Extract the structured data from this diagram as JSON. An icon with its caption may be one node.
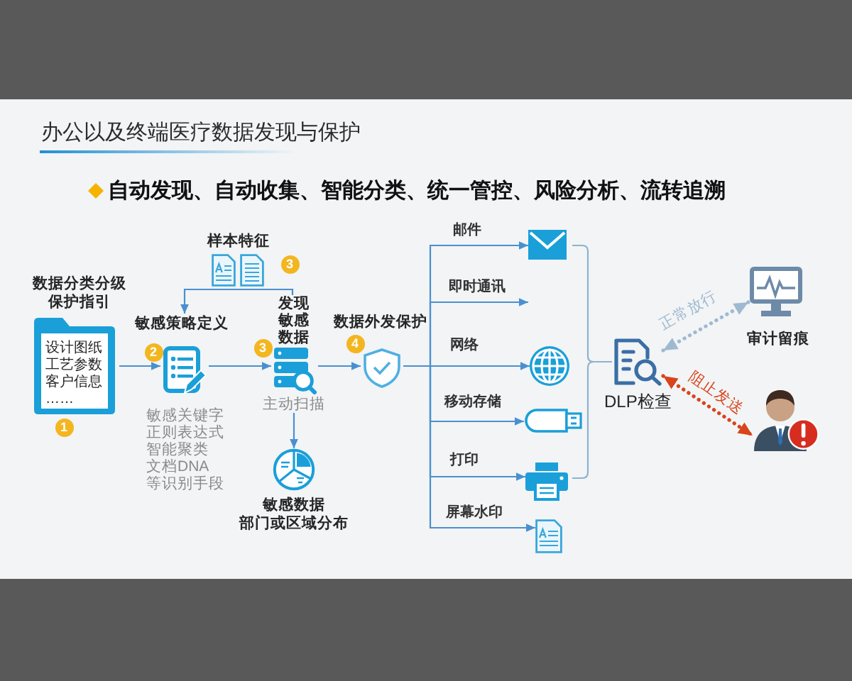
{
  "diagram": {
    "title": "办公以及终端医疗数据发现与保护",
    "nodes": [
      {
        "text": [
          "数据分类分级保护指引",
          "设计图纸",
          "工艺参数",
          "客户信息",
          "……"
        ],
        "beside": [
          "1"
        ]
      },
      {
        "text": [
          "敏感策略定义"
        ],
        "beside": [
          "2",
          "敏感关键字",
          "正则表达式",
          "智能聚类",
          "文档DNA",
          "等识别手段"
        ]
      },
      {
        "text": [
          "样本特征"
        ],
        "beside": [
          "3"
        ]
      },
      {
        "text": [
          "发现敏感数据",
          "主动扫描"
        ],
        "beside": [
          "3"
        ]
      },
      {
        "text": [
          "敏感数据",
          "部门或区域分布"
        ]
      },
      {
        "text": [
          "数据外发保护"
        ],
        "beside": [
          "4"
        ]
      },
      {
        "text": [
          "邮件"
        ]
      },
      {
        "text": [
          "即时通讯"
        ]
      },
      {
        "text": [
          "网络"
        ]
      },
      {
        "text": [
          "移动存储"
        ]
      },
      {
        "text": [
          "打印"
        ]
      },
      {
        "text": [
          "屏幕水印"
        ]
      },
      {
        "text": [
          "DLP检查"
        ]
      },
      {
        "text": [
          "审计留痕"
        ]
      },
      {
        "text": [],
        "shape": "person"
      }
    ],
    "edges": [
      {
        "from": 0,
        "to": 1,
        "arrow": "to"
      },
      {
        "from": 2,
        "to": 1,
        "arrow": "to"
      },
      {
        "from": 2,
        "to": 3,
        "arrow": "none"
      },
      {
        "from": 1,
        "to": 3,
        "arrow": "to"
      },
      {
        "from": 3,
        "to": 5,
        "arrow": "to"
      },
      {
        "from": 3,
        "to": 4,
        "arrow": "to"
      },
      {
        "from": 5,
        "to": 6,
        "arrow": "to"
      },
      {
        "from": 5,
        "to": 7,
        "arrow": "to"
      },
      {
        "from": 5,
        "to": 8,
        "arrow": "to"
      },
      {
        "from": 5,
        "to": 9,
        "arrow": "to"
      },
      {
        "from": 5,
        "to": 10,
        "arrow": "to"
      },
      {
        "from": 5,
        "to": 11,
        "arrow": "to"
      },
      {
        "from": 6,
        "to": 12,
        "arrow": "none",
        "color": "#8db2cf"
      },
      {
        "from": 10,
        "to": 12,
        "arrow": "none",
        "color": "#8db2cf"
      },
      {
        "from": 12,
        "to": 13,
        "arrow": "both",
        "label": "正常放行",
        "style": "dashed",
        "color": "#9fb9d1"
      },
      {
        "from": 12,
        "to": 14,
        "arrow": "both",
        "label": "阻止发送",
        "style": "dashed",
        "color": "#d9441c"
      }
    ],
    "labels": [
      "自动发现、自动收集、智能分类、统一管控、风险分析、流转追溯"
    ]
  }
}
